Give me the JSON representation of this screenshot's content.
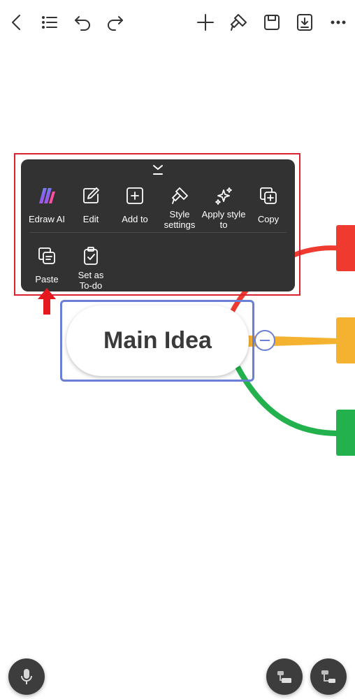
{
  "toolbar": {
    "back": "back-icon",
    "outline": "outline-list-icon",
    "undo": "undo-icon",
    "redo": "redo-icon",
    "add": "plus-icon",
    "format_painter": "format-painter-icon",
    "save": "save-icon",
    "export": "download-icon",
    "more": "more-icon"
  },
  "popup_menu": {
    "row1": [
      {
        "label": "Edraw AI",
        "icon": "edraw-ai-logo"
      },
      {
        "label": "Edit",
        "icon": "edit-icon"
      },
      {
        "label": "Add to",
        "icon": "add-box-icon"
      },
      {
        "label": "Style\nsettings",
        "icon": "paint-brush-icon"
      },
      {
        "label": "Apply style\nto",
        "icon": "sparkle-icon"
      },
      {
        "label": "Copy",
        "icon": "copy-icon"
      }
    ],
    "row2": [
      {
        "label": "Paste",
        "icon": "paste-icon"
      },
      {
        "label": "Set as\nTo-do",
        "icon": "todo-clipboard-icon"
      }
    ]
  },
  "mindmap": {
    "main_topic": "Main Idea",
    "branch_colors": [
      "#ee3a2f",
      "#f5b130",
      "#22b14c"
    ],
    "node_border": "#6b7fd7"
  },
  "colors": {
    "highlight": "#d9232e",
    "popup_bg": "#323232"
  }
}
